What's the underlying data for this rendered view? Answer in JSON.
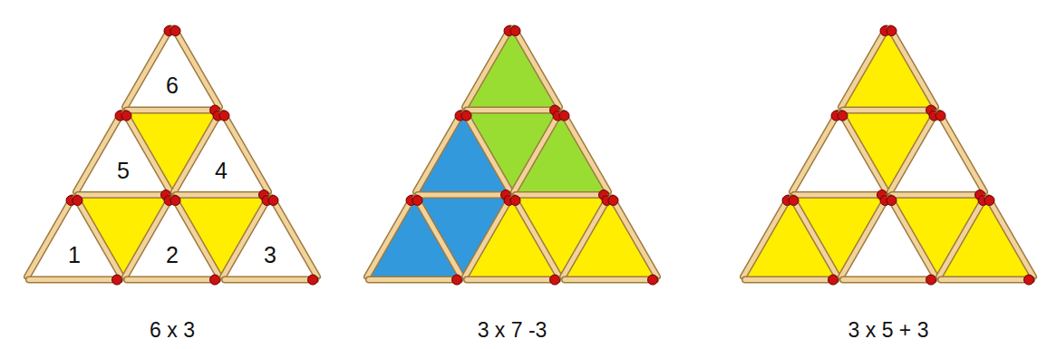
{
  "diagram": {
    "labels": [
      "6",
      "5",
      "4",
      "1",
      "2",
      "3",
      "6 x 3",
      "3 x 7 -3",
      "3 x 5 + 3"
    ]
  }
}
